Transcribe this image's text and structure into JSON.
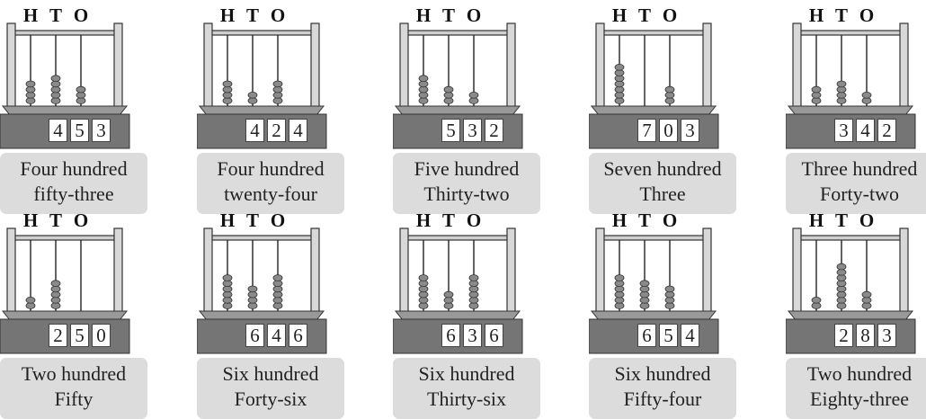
{
  "column_headers": [
    "H",
    "T",
    "O"
  ],
  "abaci": [
    {
      "digits": [
        4,
        5,
        3
      ],
      "label_line1": "Four hundred",
      "label_line2": "fifty-three"
    },
    {
      "digits": [
        4,
        2,
        4
      ],
      "label_line1": "Four hundred",
      "label_line2": "twenty-four"
    },
    {
      "digits": [
        5,
        3,
        2
      ],
      "label_line1": "Five hundred",
      "label_line2": "Thirty-two"
    },
    {
      "digits": [
        7,
        0,
        3
      ],
      "label_line1": "Seven hundred",
      "label_line2": "Three"
    },
    {
      "digits": [
        3,
        4,
        2
      ],
      "label_line1": "Three hundred",
      "label_line2": "Forty-two"
    },
    {
      "digits": [
        2,
        5,
        0
      ],
      "label_line1": "Two hundred",
      "label_line2": "Fifty"
    },
    {
      "digits": [
        6,
        4,
        6
      ],
      "label_line1": "Six hundred",
      "label_line2": "Forty-six"
    },
    {
      "digits": [
        6,
        3,
        6
      ],
      "label_line1": "Six hundred",
      "label_line2": "Thirty-six"
    },
    {
      "digits": [
        6,
        5,
        4
      ],
      "label_line1": "Six hundred",
      "label_line2": "Fifty-four"
    },
    {
      "digits": [
        2,
        8,
        3
      ],
      "label_line1": "Two hundred",
      "label_line2": "Eighty-three"
    }
  ]
}
